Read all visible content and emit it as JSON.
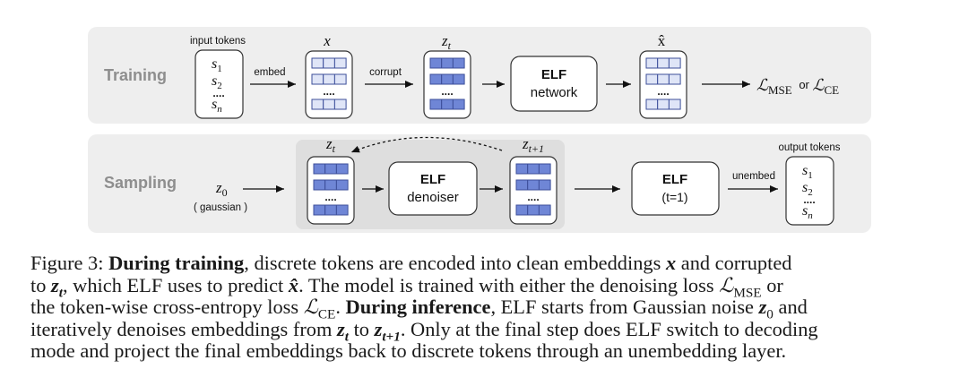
{
  "diagram": {
    "training": {
      "row_label": "Training",
      "input_tokens_label": "input tokens",
      "tokens": [
        "s1",
        "s2",
        "....",
        "sn"
      ],
      "embed_label": "embed",
      "x_label": "x",
      "corrupt_label": "corrupt",
      "zt_label": "zt",
      "elf_title": "ELF",
      "elf_subtitle": "network",
      "xhat_label": "x̂",
      "loss_label": "ℒMSE or ℒCE"
    },
    "sampling": {
      "row_label": "Sampling",
      "z0_label": "z0",
      "z0_note": "( gaussian )",
      "zt_label": "zt",
      "elf_title": "ELF",
      "elf_subtitle": "denoiser",
      "zt1_label": "zt+1",
      "elf2_title": "ELF",
      "elf2_subtitle": "(t=1)",
      "unembed_label": "unembed",
      "output_tokens_label": "output tokens",
      "tokens": [
        "s1",
        "s2",
        "....",
        "sn"
      ]
    },
    "colors": {
      "panel_bg": "#eeeeee",
      "loop_bg": "#dedede",
      "clean_cell": "#dfe5f7",
      "noisy_cell": "#6f86d6",
      "cell_border": "#3d4f9a"
    }
  },
  "caption": {
    "figure_label": "Figure 3:",
    "training_heading": "During training",
    "line1_a": ", discrete tokens are encoded into clean embeddings",
    "var_x": "x",
    "line1_b": "and corrupted",
    "line2_a": "to",
    "var_zt": "z",
    "sub_t": "t",
    "line2_b": ", which ELF uses to predict",
    "var_xhat": "x̂",
    "line2_c": ". The model is trained with either the denoising loss",
    "loss_L": "ℒ",
    "sub_mse": "MSE",
    "line2_d": "or",
    "line3_a": "the token-wise cross-entropy loss",
    "sub_ce": "CE",
    "line3_b": ".",
    "inference_heading": "During inference",
    "line3_c": ", ELF starts from Gaussian noise",
    "var_z0": "z",
    "sub_0": "0",
    "line3_d": "and",
    "line4_a": "iteratively denoises embeddings from",
    "line4_b": "to",
    "sub_t1": "t+1",
    "line4_c": ". Only at the final step does ELF switch to decoding",
    "line5": "mode and project the final embeddings back to discrete tokens through an unembedding layer."
  }
}
